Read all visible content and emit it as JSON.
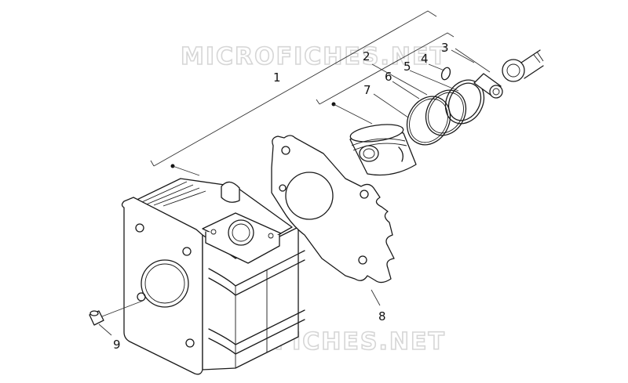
{
  "watermark": {
    "top": "MICROFICHES.NET",
    "bottom": "MICROFICHES.NET"
  },
  "callouts": {
    "c1": "1",
    "c2": "2",
    "c3": "3",
    "c4": "4",
    "c5": "5",
    "c6": "6",
    "c7": "7",
    "c8": "8",
    "c9": "9"
  }
}
